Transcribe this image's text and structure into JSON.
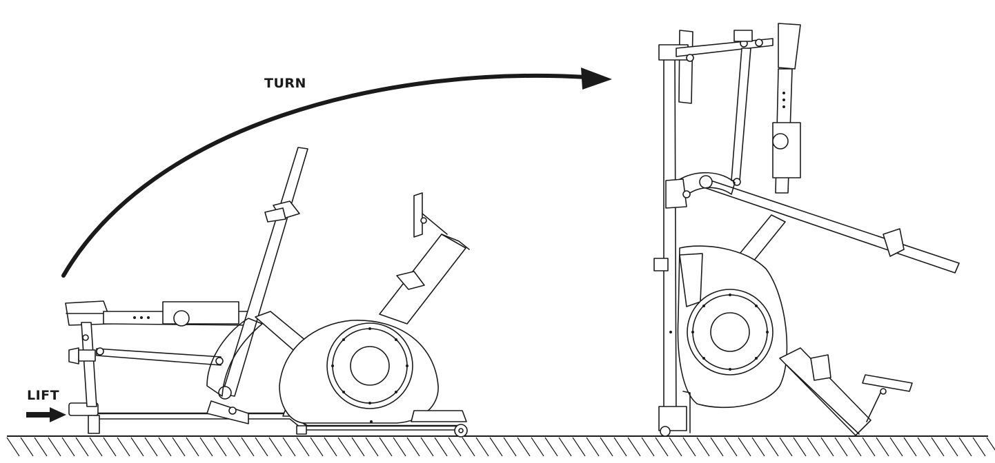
{
  "labels": {
    "turn": "TURN",
    "lift": "LIFT"
  },
  "icons": [
    "curved-turn-arrow",
    "lift-arrow"
  ],
  "colors": {
    "line": "#1a1a1a",
    "background": "#ffffff"
  }
}
